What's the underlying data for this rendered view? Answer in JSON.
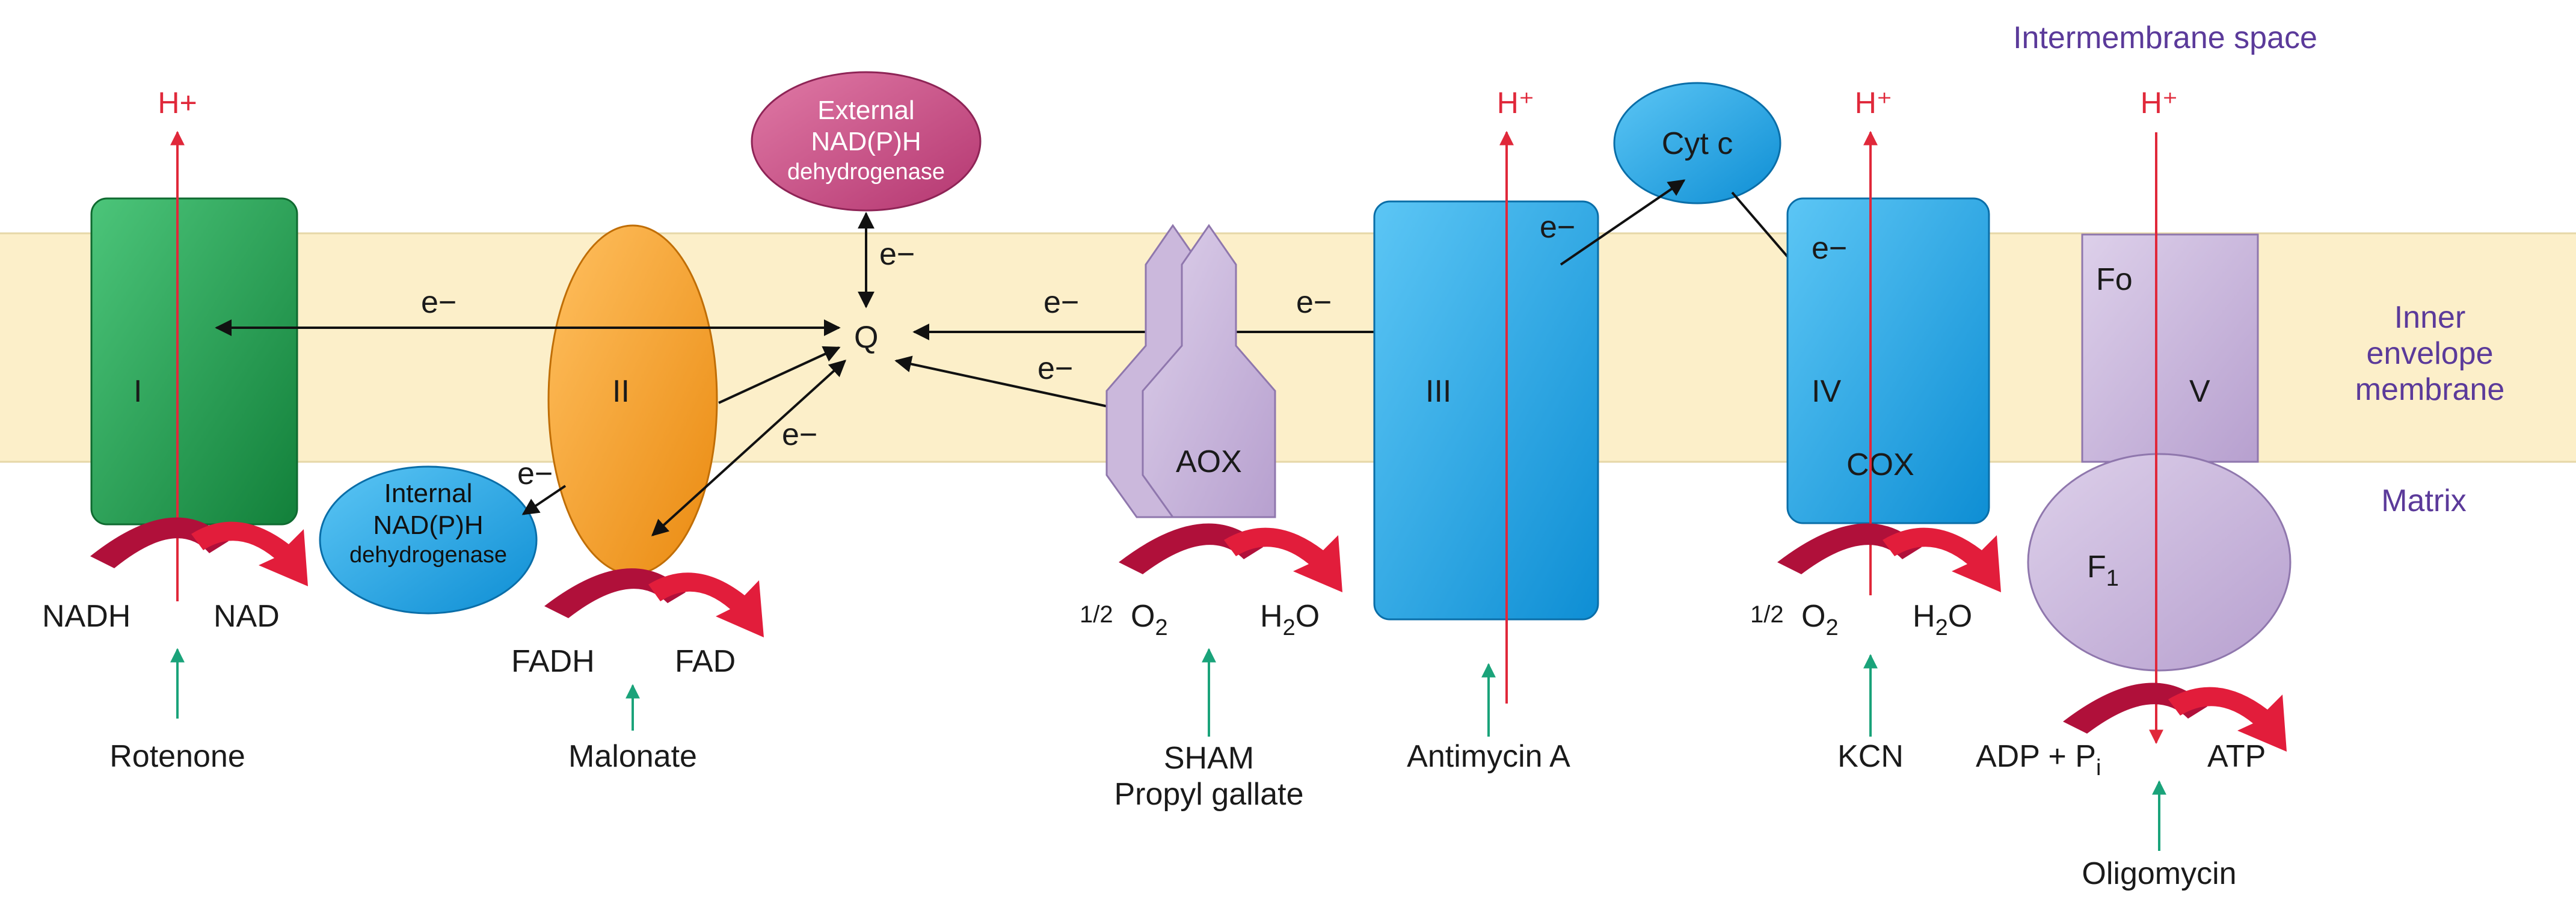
{
  "regions": {
    "intermembrane": "Intermembrane space",
    "inner_1": "Inner",
    "inner_2": "envelope",
    "inner_3": "membrane",
    "matrix": "Matrix"
  },
  "complexes": {
    "c1": "I",
    "c2": "II",
    "c3": "III",
    "c4": "IV",
    "cox": "COX",
    "aox": "AOX",
    "fo": "Fo",
    "v": "V",
    "f1_main": "F",
    "f1_sub": "1",
    "q": "Q",
    "cytc": "Cyt c"
  },
  "dehydrogenases": {
    "external_1": "External",
    "external_2": "NAD(P)H",
    "external_3": "dehydrogenase",
    "internal_1": "Internal",
    "internal_2": "NAD(P)H",
    "internal_3": "dehydrogenase"
  },
  "electron": "e−",
  "proton": "H+",
  "proton_sup": "H⁺",
  "substrates": {
    "nadh": "NADH",
    "nad": "NAD",
    "fadh": "FADH",
    "fad": "FAD",
    "o2_half": "1/2",
    "o2": "O",
    "o2_sub": "2",
    "h2o": "H",
    "h2o_sub": "2",
    "h2o_o": "O",
    "adp": "ADP + P",
    "adp_sub": "i",
    "atp": "ATP"
  },
  "inhibitors": {
    "rotenone": "Rotenone",
    "malonate": "Malonate",
    "sham": "SHAM",
    "propyl": "Propyl gallate",
    "antimycin": "Antimycin A",
    "kcn": "KCN",
    "oligomycin": "Oligomycin"
  },
  "colors": {
    "membrane": "#fcefc9",
    "complex1": "#1e9a4a",
    "complex2": "#f29a1c",
    "blue": "#1a9de0",
    "purple": "#c8b4d9",
    "pink": "#c4457e",
    "proton": "#e0283a",
    "inhibitor": "#1aa37a",
    "reaction": "#b0103a"
  }
}
